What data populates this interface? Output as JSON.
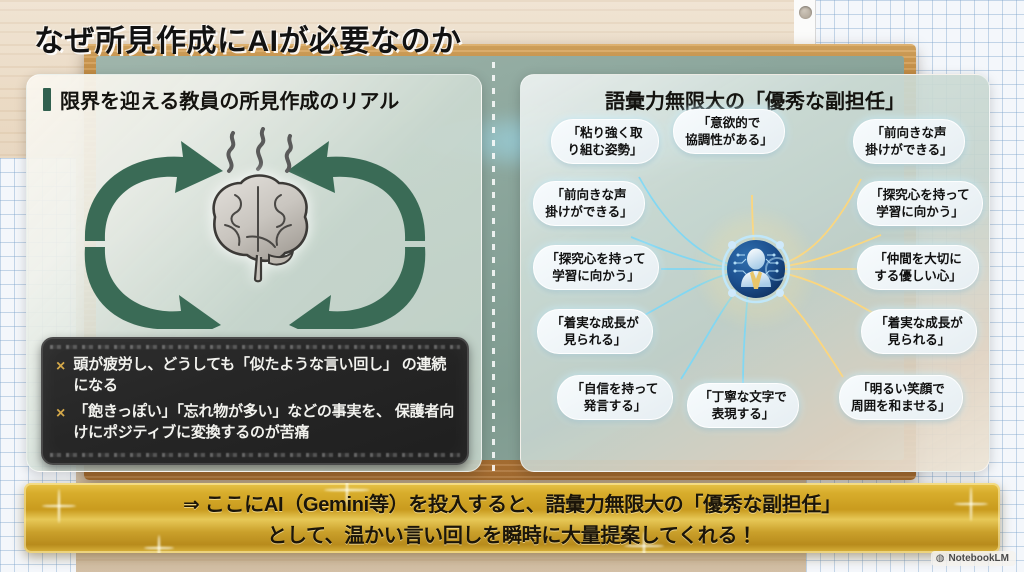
{
  "page_title": "なぜ所見作成にAIが必要なのか",
  "left_panel": {
    "header": "限界を迎える教員の所見作成のリアル",
    "illustration": {
      "brain_icon": "tired-brain-icon",
      "cycle_icon": "circular-arrows-icon",
      "steam_icon": "steam-wisp-icon"
    },
    "notes": [
      {
        "marker": "×",
        "text": "頭が疲労し、どうしても「似たような言い回し」\nの連続になる"
      },
      {
        "marker": "×",
        "text": "「飽きっぽい」「忘れ物が多い」などの事実を、\n保護者向けにポジティブに変換するのが苦痛"
      }
    ]
  },
  "right_panel": {
    "header": "語彙力無限大の「優秀な副担任」",
    "hub_icon": "ai-assistant-avatar-icon",
    "bubbles": [
      {
        "id": "top-left",
        "text": "「粘り強く取\nり組む姿勢」"
      },
      {
        "id": "top-center",
        "text": "「意欲的で\n協調性がある」"
      },
      {
        "id": "top-right",
        "text": "「前向きな声\n掛けができる」"
      },
      {
        "id": "left-1",
        "text": "「前向きな声\n掛けができる」"
      },
      {
        "id": "right-1",
        "text": "「探究心を持って\n学習に向かう」"
      },
      {
        "id": "left-2",
        "text": "「探究心を持って\n学習に向かう」"
      },
      {
        "id": "right-2",
        "text": "「仲間を大切に\nする優しい心」"
      },
      {
        "id": "left-3",
        "text": "「着実な成長が\n見られる」"
      },
      {
        "id": "right-3",
        "text": "「着実な成長が\n見られる」"
      },
      {
        "id": "bottom-left",
        "text": "「自信を持って\n発言する」"
      },
      {
        "id": "bottom-center",
        "text": "「丁寧な文字で\n表現する」"
      },
      {
        "id": "bottom-right",
        "text": "「明るい笑顔で\n周囲を和ませる」"
      }
    ]
  },
  "banner": {
    "line1": "⇒ ここにAI（Gemini等）を投入すると、語彙力無限大の「優秀な副担任」",
    "line2": "として、温かい言い回しを瞬時に大量提案してくれる！"
  },
  "watermark": {
    "icon": "notebooklm-logo-icon",
    "label": "NotebookLM"
  },
  "colors": {
    "accent_green": "#31604f",
    "gold": "#d8ad2c",
    "chalkboard": "#262626",
    "marker_gold": "#d4a84a",
    "glow_cyan": "#8fe3ff",
    "glow_gold": "#ffd77a"
  }
}
